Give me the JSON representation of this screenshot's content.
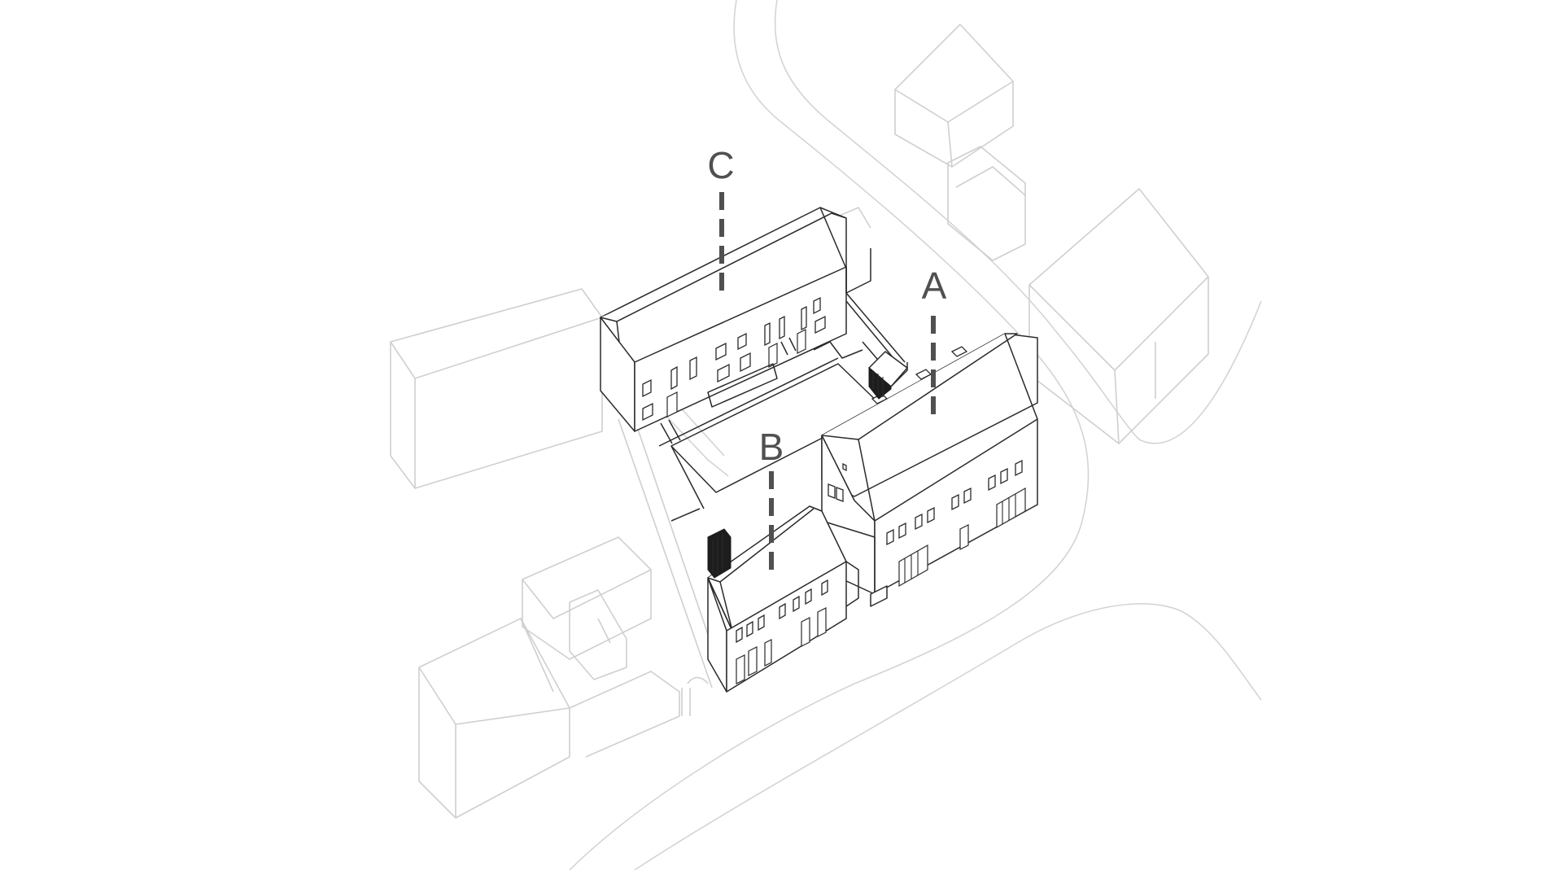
{
  "labels": {
    "a": "A",
    "b": "B",
    "c": "C"
  },
  "colors": {
    "context_lines": "#cfcfcf",
    "building_lines": "#2a2a2a",
    "leader_lines": "#505050",
    "background": "#ffffff"
  }
}
